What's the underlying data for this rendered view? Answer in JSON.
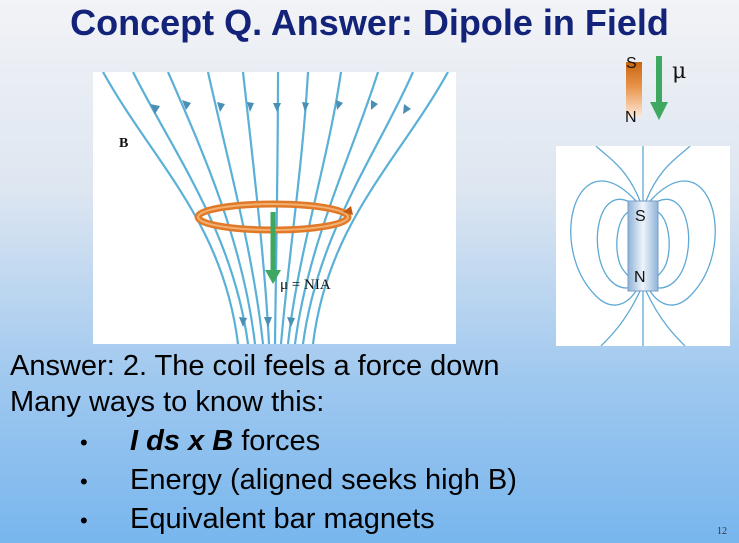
{
  "slide": {
    "title": "Concept Q. Answer: Dipole in Field",
    "page_number": "12"
  },
  "figure_coil": {
    "field_label": "B",
    "moment_label": "μ = NIA"
  },
  "figure_legend": {
    "pole_top": "S",
    "pole_bottom": "N",
    "moment_symbol": "μ"
  },
  "figure_bar_magnet": {
    "pole_top": "S",
    "pole_bottom": "N"
  },
  "body": {
    "answer_line": "Answer:  2. The coil feels a force down",
    "ways_line": "Many ways to know this:",
    "bullets": [
      {
        "em_text": "I ds x B",
        "rest_text": " forces"
      },
      {
        "em_text": "",
        "rest_text": "Energy (aligned seeks high B)"
      },
      {
        "em_text": "",
        "rest_text": "Equivalent bar magnets"
      }
    ],
    "bullet_glyph": "•"
  },
  "colors": {
    "title": "#13237a",
    "field_line": "#5ab0d6",
    "coil": "#e07a2a",
    "moment_arrow": "#3ea860"
  }
}
